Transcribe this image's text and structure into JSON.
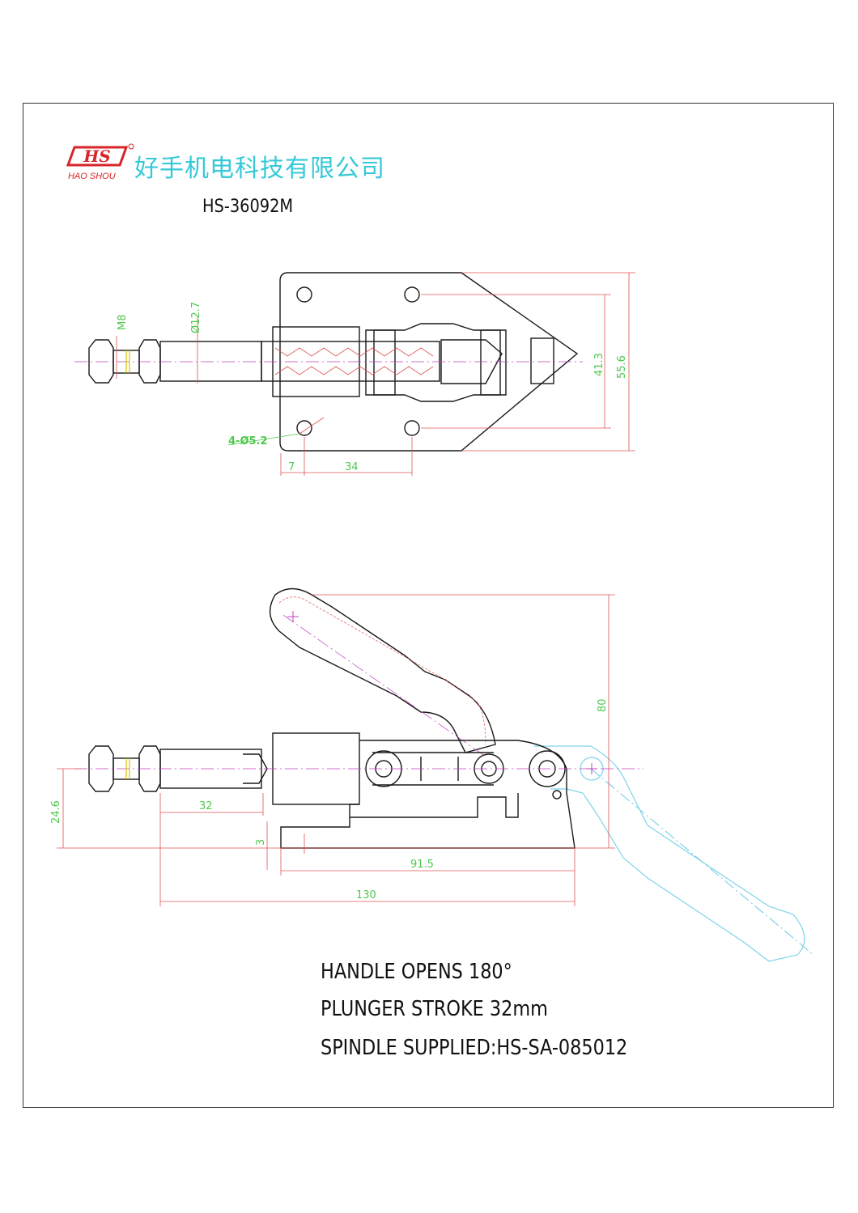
{
  "logo": {
    "mark": "HS",
    "brand": "HAO SHOU"
  },
  "company_name": "好手机电科技有限公司",
  "model_number": "HS-36092M",
  "notes": [
    "HANDLE OPENS 180°",
    "PLUNGER STROKE 32mm",
    "SPINDLE SUPPLIED:HS-SA-085012"
  ],
  "top_view_dims": {
    "thread": "M8",
    "dia": "Ø12.7",
    "holes": "4-Ø5.2",
    "edge": "7",
    "pitch": "34",
    "inner_height": "41.3",
    "outer_height": "55.6"
  },
  "side_view_dims": {
    "height": "80",
    "axis_height": "24.6",
    "stroke": "32",
    "base": "3",
    "base_length": "91.5",
    "overall": "130"
  },
  "colors": {
    "outline": "#1a1a1a",
    "dimension": "#e05555",
    "dim_text": "#4ec94e",
    "open_handle": "#7fd3ea",
    "company": "#35c9d8",
    "logo": "#d8242a"
  }
}
